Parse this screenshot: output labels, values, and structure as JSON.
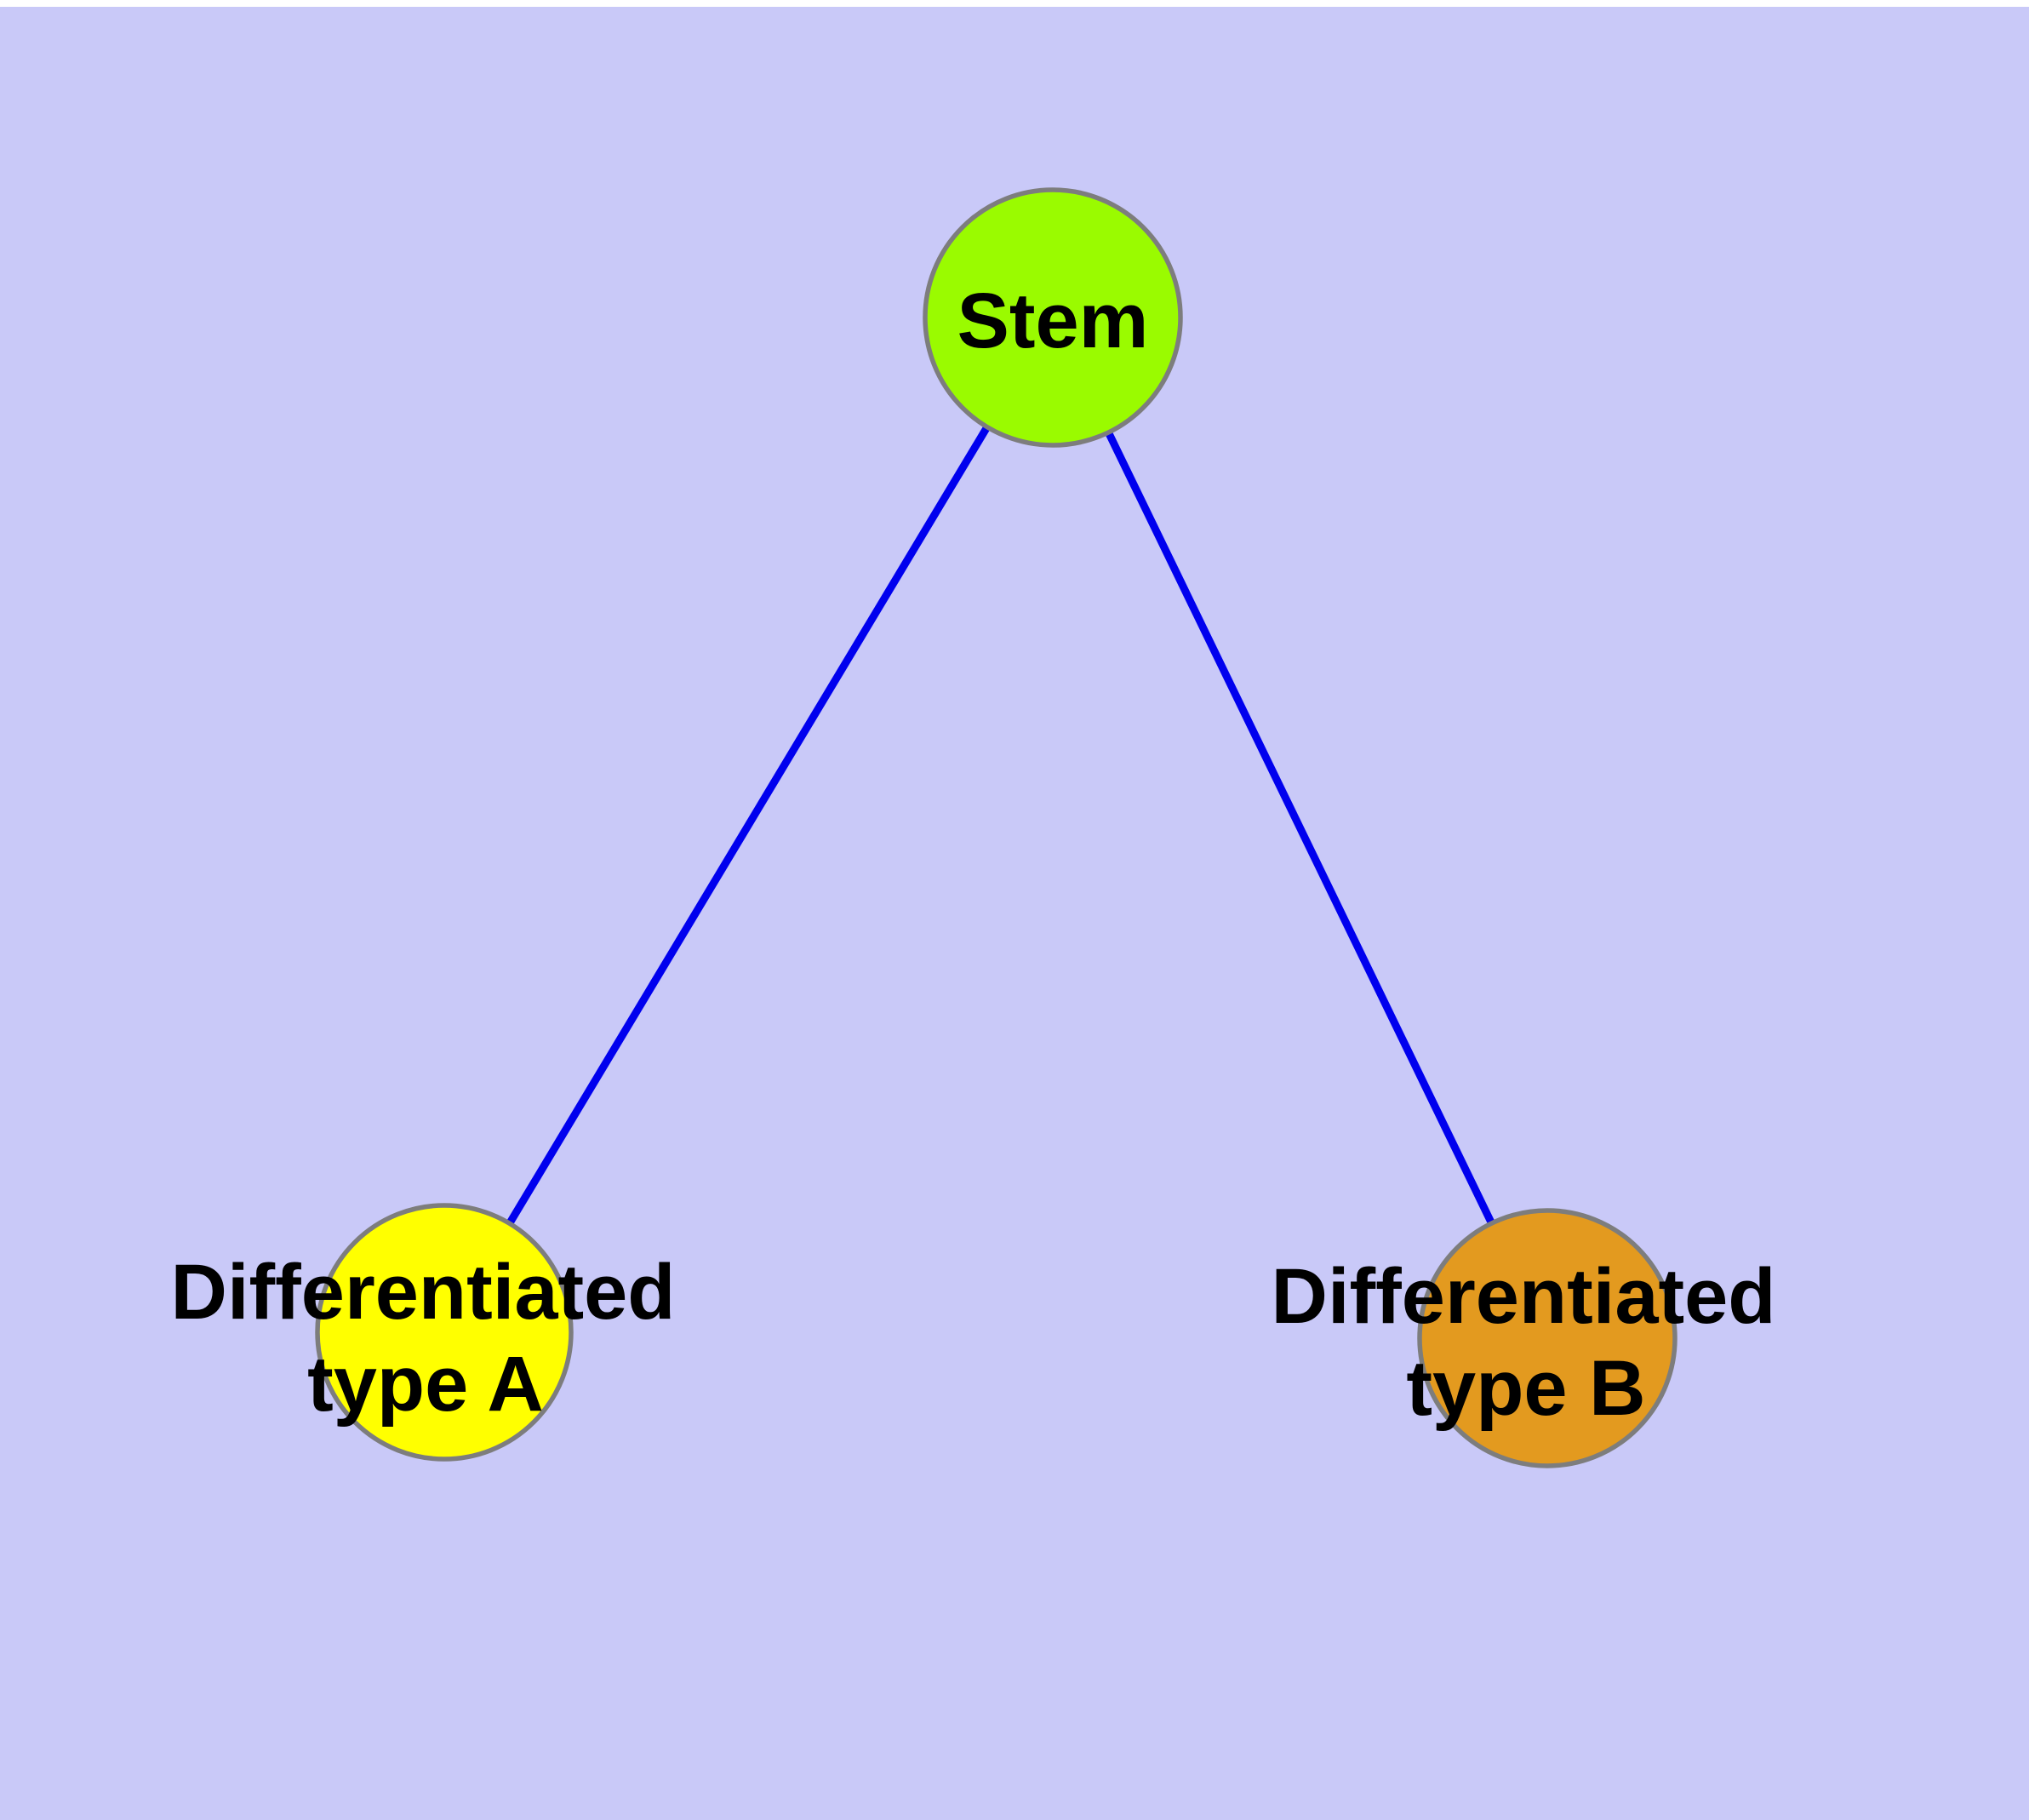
{
  "diagram": {
    "background": "#c9c9f8",
    "page_margin_color": "#ffffff",
    "node_border_color": "#7d7d7d",
    "text_color": "#000000",
    "nodes": [
      {
        "id": "stem",
        "label": "Stem",
        "fill": "#9afb00"
      },
      {
        "id": "differentiated-type-a",
        "label": "Differentiated type A",
        "lines": [
          "Differentiated",
          "type A"
        ],
        "fill": "#ffff00"
      },
      {
        "id": "differentiated-type-b",
        "label": "Differentiated type B",
        "lines": [
          "Differentiated",
          "type B"
        ],
        "fill": "#e39a1f"
      }
    ],
    "edges": [
      {
        "from": "Stem",
        "to": "Differentiated type A",
        "color": "#0000ee"
      },
      {
        "from": "Stem",
        "to": "Differentiated type B",
        "color": "#0000ee"
      }
    ]
  }
}
